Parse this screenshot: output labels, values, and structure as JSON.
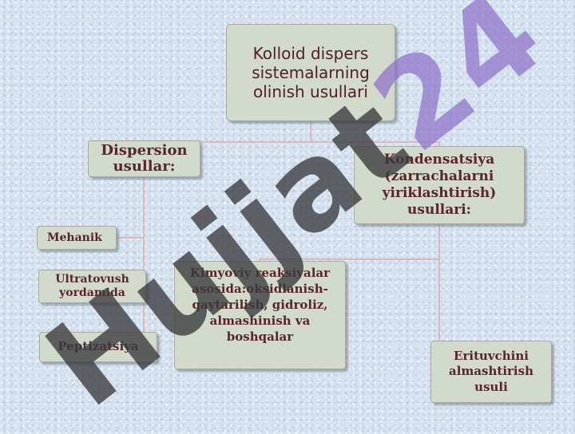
{
  "diagram": {
    "root": "Kolloid dispers\nsistemalarning\nolinish usullari",
    "dispersion": "Dispersion\nusullar:",
    "condensation": "Kondensatsiya\n(zarrachalarni\nyiriklashtirish)\nusullari:",
    "mechanical": "Mehanik",
    "ultrasound": "Ultratovush\nyordamida",
    "peptization": "Peptizatsiya",
    "chemical": "Kimyoviy reaksiyalar\nasosida:oksidlanish-\nqaytarilish, gidroliz,\nalmashinish va\nboshqalar",
    "solvent_change": "Erituvchini\nalmashtirish\nusuli"
  },
  "watermark": {
    "main": "Hujjat",
    "accent": "24",
    "colors": {
      "dark": "#3a3a3e",
      "accent": "#8c6ec8"
    }
  },
  "colors": {
    "box_fill": "#d2dacc",
    "box_text": "#5a2528",
    "connector": "#ddb8b8",
    "background": "#d6e2f0"
  }
}
